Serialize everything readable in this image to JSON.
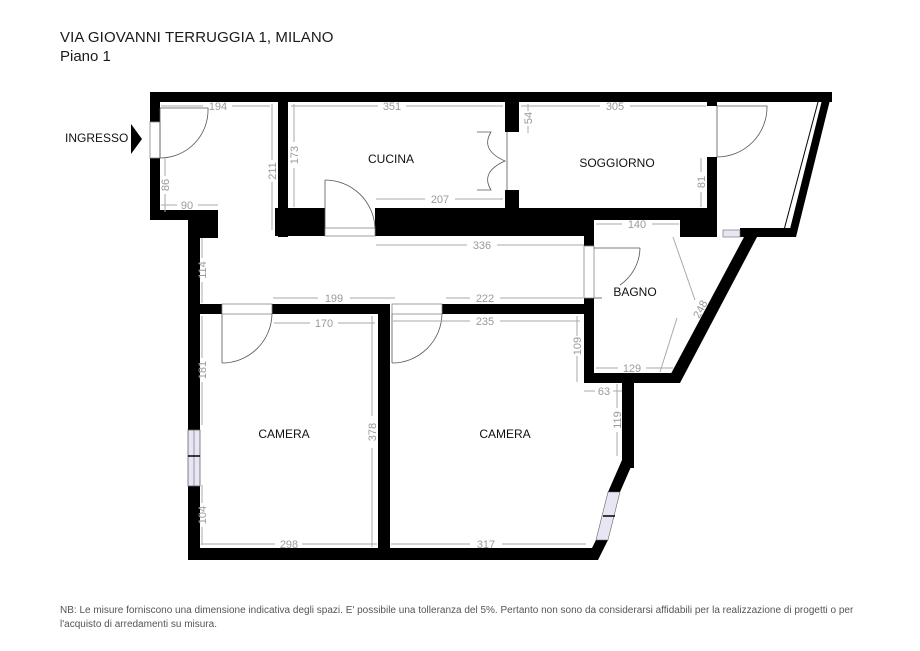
{
  "header": {
    "address": "VIA GIOVANNI TERRUGGIA 1, MILANO",
    "floor": "Piano 1"
  },
  "entrance": {
    "label": "INGRESSO",
    "icon": "arrow-right-icon"
  },
  "rooms": {
    "cucina": "CUCINA",
    "soggiorno": "SOGGIORNO",
    "bagno": "BAGNO",
    "camera_1": "CAMERA",
    "camera_2": "CAMERA"
  },
  "dimensions": {
    "ingresso_width": "194",
    "ingresso_side": "86",
    "ingresso_bottom": "90",
    "hall_height": "211",
    "cucina_width": "351",
    "cucina_height": "173",
    "cucina_bottom": "207",
    "soggiorno_width": "305",
    "soggiorno_side_top": "54",
    "soggiorno_side": "81",
    "corridor_length": "336",
    "corridor_height": "114",
    "corridor_left": "199",
    "corridor_right": "222",
    "bagno_top": "140",
    "bagno_diag": "248",
    "bagno_bottom": "129",
    "camera1_width": "170",
    "camera1_side_top": "181",
    "camera1_height": "378",
    "camera1_side_bottom": "104",
    "camera1_bottom": "298",
    "camera2_width": "235",
    "camera2_side": "109",
    "camera2_notch": "63",
    "camera2_side2": "119",
    "camera2_bottom": "317"
  },
  "colors": {
    "wall": "#000000",
    "dimension_line": "#aaaaaa",
    "window_glass": "#e6e6f5",
    "door_swing": "#555555"
  },
  "footer": {
    "note": "NB: Le misure forniscono una dimensione indicativa degli spazi. E' possibile una tolleranza del 5%.  Pertanto non sono da considerarsi affidabili per la realizzazione di progetti o per l'acquisto di arredamenti su misura."
  }
}
